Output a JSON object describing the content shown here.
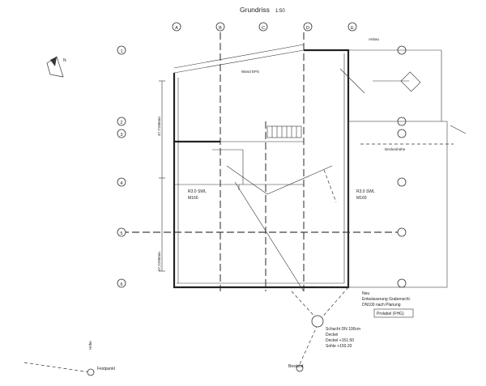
{
  "plan": {
    "title": "Grundriss",
    "scale": "1:50",
    "grid_top": [
      "A",
      "B",
      "C",
      "D",
      "E"
    ],
    "grid_left": [
      "1",
      "2",
      "3",
      "4",
      "5",
      "6"
    ],
    "labels": {
      "room_left_1": "R3.0 SWL",
      "room_left_2": "M160",
      "room_right_1": "R3.0 SWL",
      "room_right_2": "M160",
      "label_top_right": "Anbau",
      "label_bottom_right": "Neu",
      "note_bottom_1": "Entwässerung Grabenschl.",
      "note_bottom_2": "DN100 nach Planung",
      "ref_box": "Prolabel (FHG)",
      "shaft_1": "Schacht DN 100cm",
      "shaft_2": "Deckel",
      "shaft_3": "Deckel +151.50",
      "shaft_4": "Sohle +150.20",
      "point_left": "Festpunkt",
      "point_center": "Bestand",
      "north": "N",
      "dim_left_1": "47,7100mm",
      "dim_left_2": "47,2100mm",
      "dim_vertical_bottom": "Höhe",
      "wall_top": "Wand EPS",
      "dim_right": "Deckenhöhe"
    }
  }
}
